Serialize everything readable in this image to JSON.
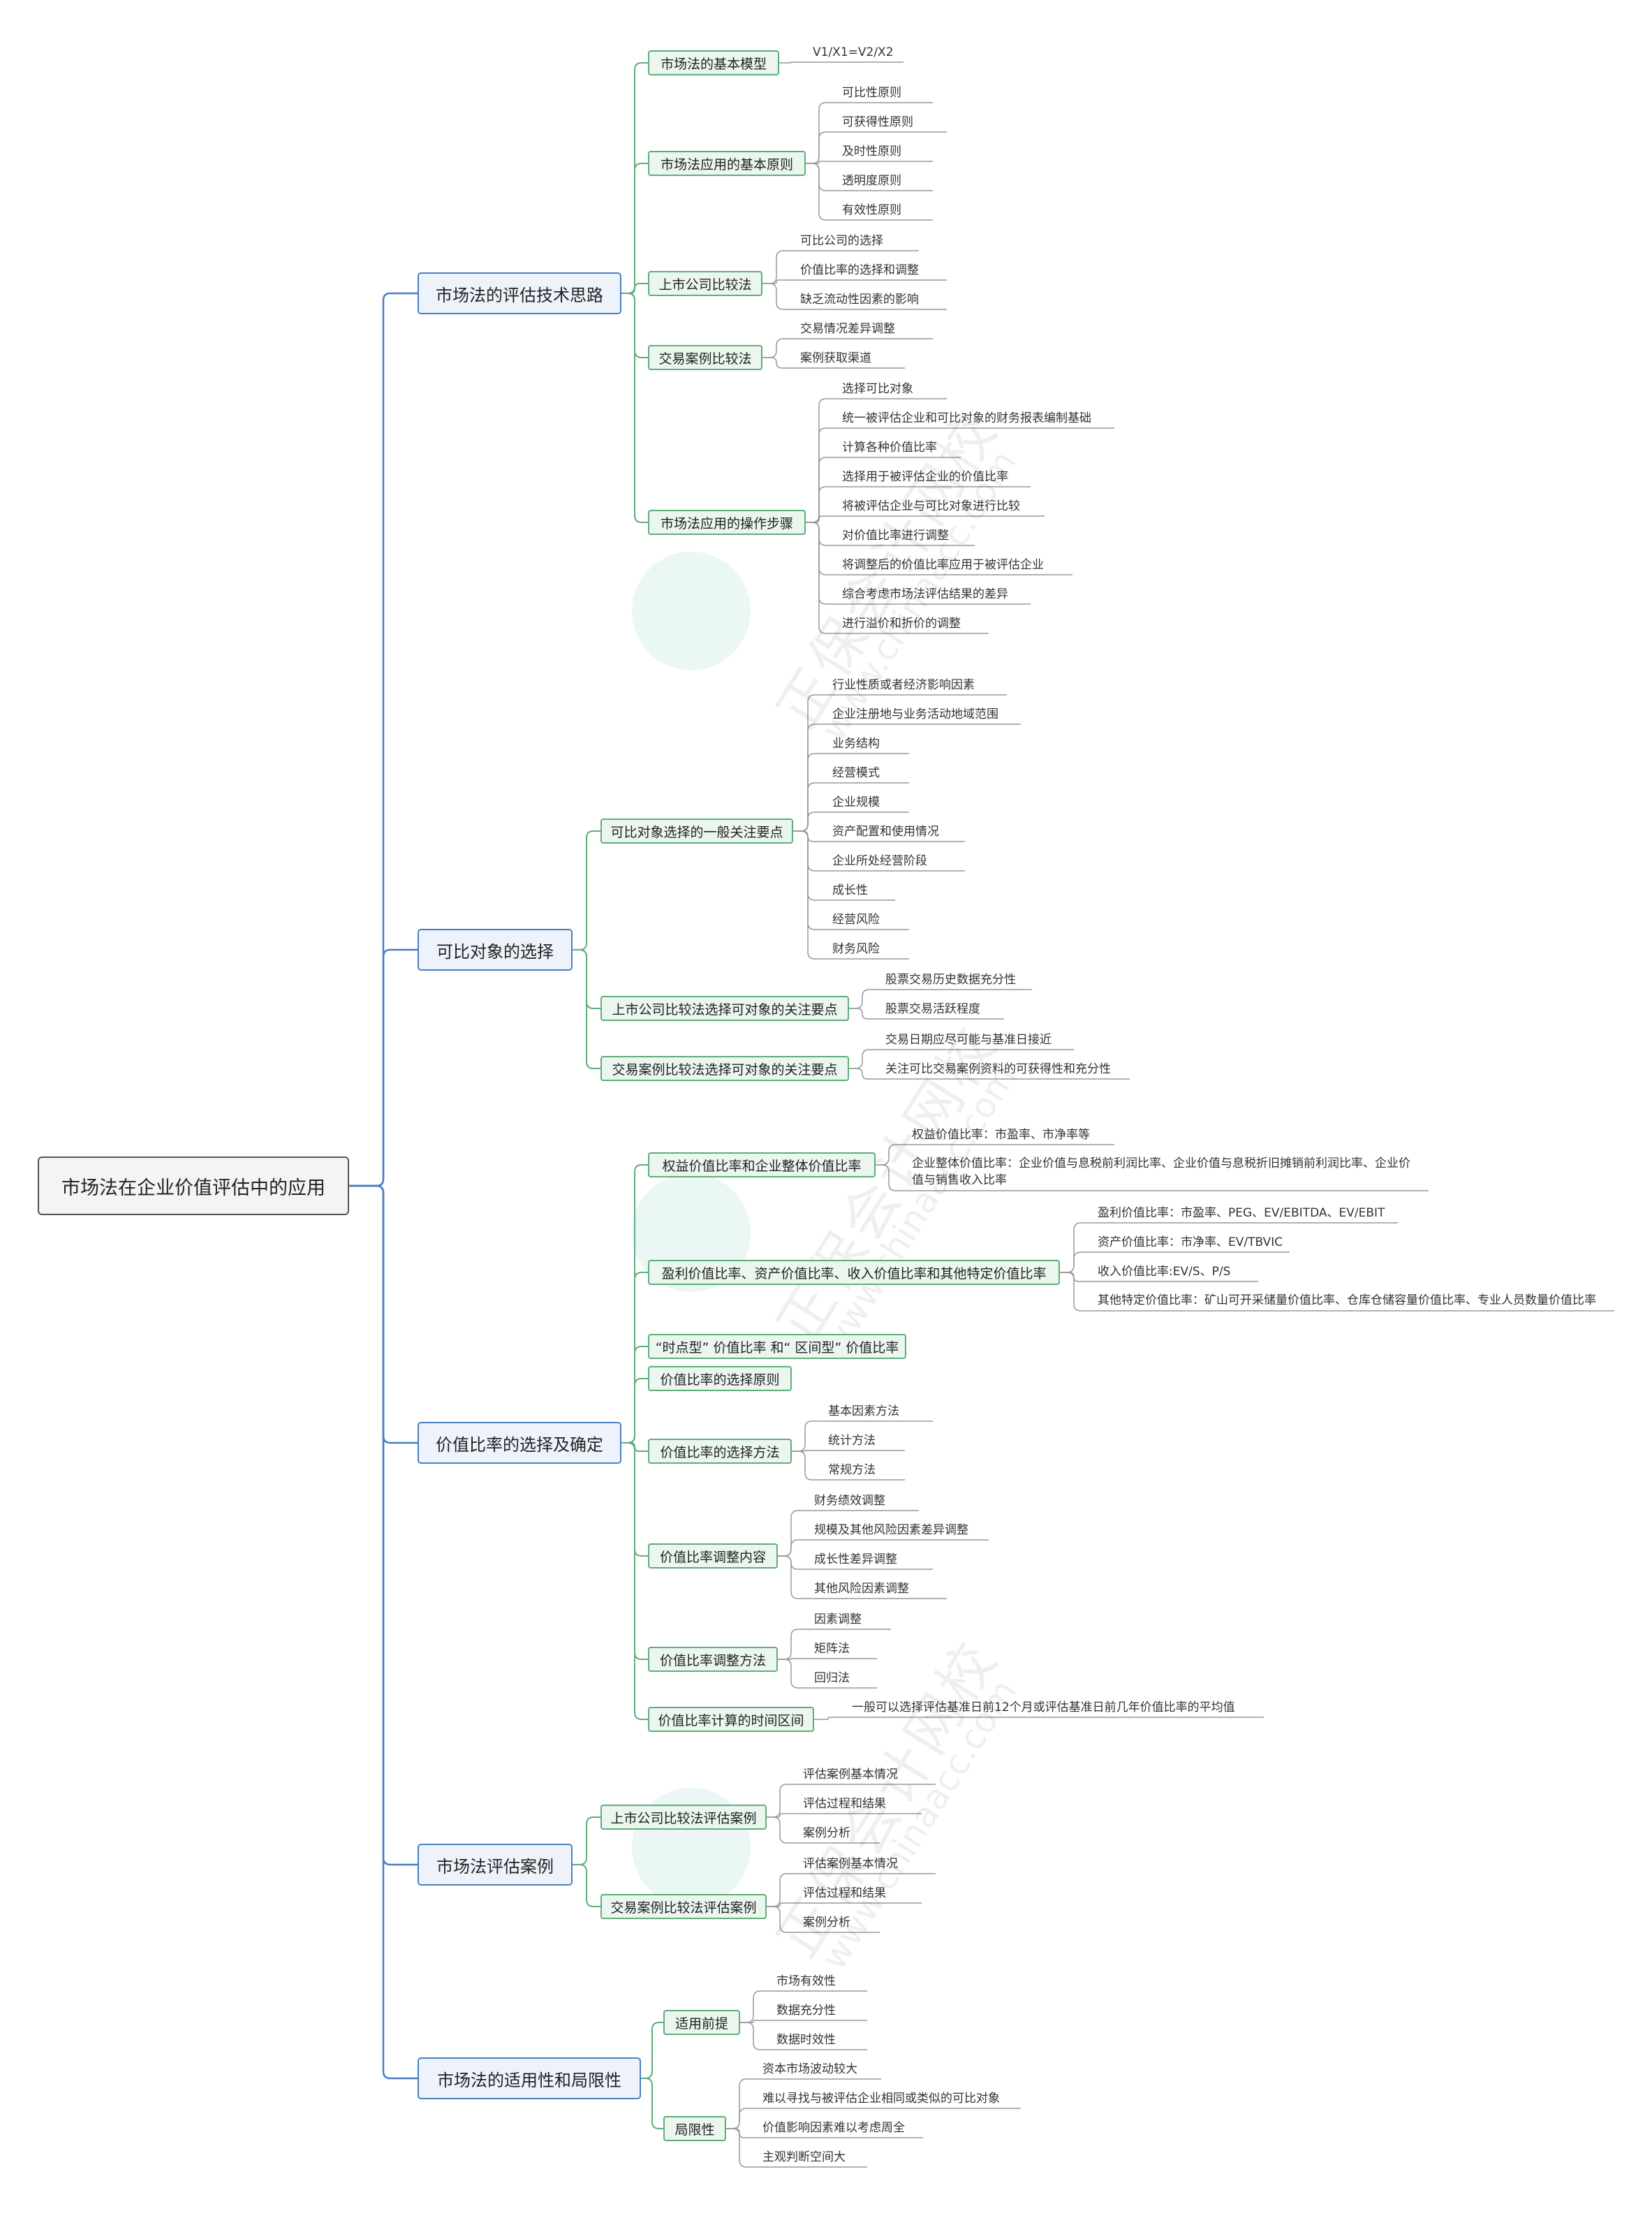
{
  "root": "市场法在企业价值评估中的应用",
  "sections": [
    {
      "label": "市场法的评估技术思路",
      "children": [
        {
          "label": "市场法的基本模型",
          "leaves": [
            "V1/X1=V2/X2"
          ]
        },
        {
          "label": "市场法应用的基本原则",
          "leaves": [
            "可比性原则",
            "可获得性原则",
            "及时性原则",
            "透明度原则",
            "有效性原则"
          ]
        },
        {
          "label": "上市公司比较法",
          "leaves": [
            "可比公司的选择",
            "价值比率的选择和调整",
            "缺乏流动性因素的影响"
          ]
        },
        {
          "label": "交易案例比较法",
          "leaves": [
            "交易情况差异调整",
            "案例获取渠道"
          ]
        },
        {
          "label": "市场法应用的操作步骤",
          "leaves": [
            "选择可比对象",
            "统一被评估企业和可比对象的财务报表编制基础",
            "计算各种价值比率",
            "选择用于被评估企业的价值比率",
            "将被评估企业与可比对象进行比较",
            "对价值比率进行调整",
            "将调整后的价值比率应用于被评估企业",
            "综合考虑市场法评估结果的差异",
            "进行溢价和折价的调整"
          ]
        }
      ]
    },
    {
      "label": "可比对象的选择",
      "children": [
        {
          "label": "可比对象选择的一般关注要点",
          "leaves": [
            "行业性质或者经济影响因素",
            "企业注册地与业务活动地域范围",
            "业务结构",
            "经营模式",
            "企业规模",
            "资产配置和使用情况",
            "企业所处经营阶段",
            "成长性",
            "经营风险",
            "财务风险"
          ]
        },
        {
          "label": "上市公司比较法选择可对象的关注要点",
          "leaves": [
            "股票交易历史数据充分性",
            "股票交易活跃程度"
          ]
        },
        {
          "label": "交易案例比较法选择可对象的关注要点",
          "leaves": [
            "交易日期应尽可能与基准日接近",
            "关注可比交易案例资料的可获得性和充分性"
          ]
        }
      ]
    },
    {
      "label": "价值比率的选择及确定",
      "children": [
        {
          "label": "权益价值比率和企业整体价值比率",
          "leaves": [
            "权益价值比率：市盈率、市净率等",
            "企业整体价值比率：企业价值与息税前利润比率、企业价值与息税折旧摊销前利润比率、企业价值与销售收入比率"
          ]
        },
        {
          "label": "盈利价值比率、资产价值比率、收入价值比率和其他特定价值比率",
          "leaves": [
            "盈利价值比率：市盈率、PEG、EV/EBITDA、EV/EBIT",
            "资产价值比率：市净率、EV/TBVIC",
            "收入价值比率:EV/S、P/S",
            "其他特定价值比率：矿山可开采储量价值比率、仓库仓储容量价值比率、专业人员数量价值比率"
          ]
        },
        {
          "label": "“时点型” 价值比率 和“ 区间型” 价值比率",
          "leaves": []
        },
        {
          "label": "价值比率的选择原则",
          "leaves": []
        },
        {
          "label": "价值比率的选择方法",
          "leaves": [
            "基本因素方法",
            "统计方法",
            "常规方法"
          ]
        },
        {
          "label": "价值比率调整内容",
          "leaves": [
            "财务绩效调整",
            "规模及其他风险因素差异调整",
            "成长性差异调整",
            "其他风险因素调整"
          ]
        },
        {
          "label": "价值比率调整方法",
          "leaves": [
            "因素调整",
            "矩阵法",
            "回归法"
          ]
        },
        {
          "label": "价值比率计算的时间区间",
          "leaves": [
            "一般可以选择评估基准日前12个月或评估基准日前几年价值比率的平均值"
          ]
        }
      ]
    },
    {
      "label": "市场法评估案例",
      "children": [
        {
          "label": "上市公司比较法评估案例",
          "leaves": [
            "评估案例基本情况",
            "评估过程和结果",
            "案例分析"
          ]
        },
        {
          "label": "交易案例比较法评估案例",
          "leaves": [
            "评估案例基本情况",
            "评估过程和结果",
            "案例分析"
          ]
        }
      ]
    },
    {
      "label": "市场法的适用性和局限性",
      "children": [
        {
          "label": "适用前提",
          "leaves": [
            "市场有效性",
            "数据充分性",
            "数据时效性"
          ]
        },
        {
          "label": "局限性",
          "leaves": [
            "资本市场波动较大",
            "难以寻找与被评估企业相同或类似的可比对象",
            "价值影响因素难以考虑周全",
            "主观判断空间大"
          ]
        }
      ]
    }
  ],
  "watermark": {
    "text": "正保会计网校",
    "url": "www.chinaacc.com"
  },
  "colors": {
    "root_border": "#555555",
    "l1_border": "#4a7fc1",
    "l2_border": "#5fae7a",
    "connector_l1": "#4a7fc1",
    "connector_l2": "#5fae7a",
    "connector_leaf": "#999999"
  }
}
